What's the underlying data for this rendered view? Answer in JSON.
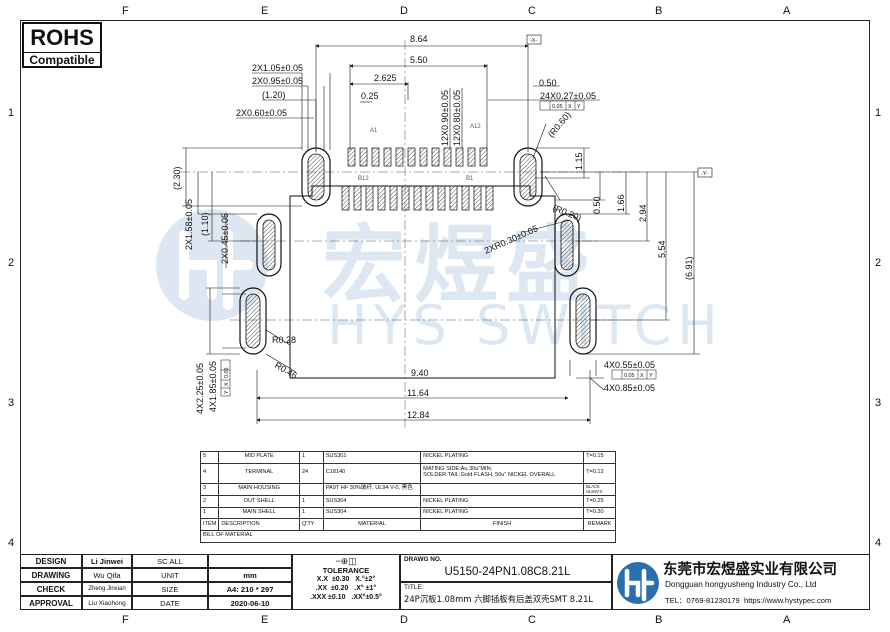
{
  "grid": {
    "top_columns": [
      "F",
      "E",
      "D",
      "C",
      "B",
      "A"
    ],
    "bottom_columns": [
      "F",
      "E",
      "D",
      "C",
      "B",
      "A"
    ],
    "rows": [
      "1",
      "2",
      "3",
      "4"
    ]
  },
  "badge": {
    "title": "ROHS",
    "subtitle": "Compatible"
  },
  "watermark": {
    "cn": "宏煜盛",
    "en": "HYS SWITCH"
  },
  "drawing": {
    "dims": {
      "d864": "8.64",
      "d550": "5.50",
      "d2625": "2.625",
      "d025": "0.25",
      "d105": "2X1.05±0.05",
      "d095": "2X0.95±0.05",
      "d120": "(1.20)",
      "d060": "2X0.60±0.05",
      "d090": "12X0.90±0.05",
      "d080": "12X0.80±0.05",
      "d050top": "0.50",
      "d027": "24X0.27±0.05",
      "ftop_tol": "0.05",
      "ftop_a": "X",
      "ftop_b": "Y",
      "r060": "(R0.60)",
      "d115": "1.15",
      "r020": "(R0.20)",
      "d050": "0.50",
      "d166": "1.66",
      "d294": "2.94",
      "d554": "5.54",
      "d691": "(6.91)",
      "d030": "2XR0.30±0.05",
      "d230": "(2.30)",
      "d158": "2X1.58±0.05",
      "d110": "(1.10)",
      "d045": "2X0.45±0.05",
      "r028": "R0.28",
      "r046": "R0.46",
      "d940": "9.40",
      "d1164": "11.64",
      "d1284": "12.84",
      "d225": "4X2.25±0.05",
      "d185": "4X1.85±0.05",
      "fl1_tol": "0.05",
      "fl1_a": "X",
      "fl1_b": "Y",
      "fl2_tol": "0.05",
      "fl2_a": "X",
      "fl2_b": "Y",
      "d055": "4X0.55±0.05",
      "d085": "4X0.85±0.05",
      "fr_tol": "0.05",
      "fr_a": "X",
      "fr_b": "Y",
      "datum_x": "-X-",
      "datum_y": "-Y-",
      "a1": "A1",
      "a12": "A12",
      "b12": "B12",
      "b1": "B1"
    }
  },
  "bom": {
    "rows": [
      {
        "item": "5",
        "desc": "MID PLATE",
        "qty": "1",
        "material": "SUS301",
        "finish": "NICKEL PLATING",
        "remark": "T=0.15"
      },
      {
        "item": "4",
        "desc": "TERMINAL",
        "qty": "24",
        "material": "C18140",
        "finish": "MATING SIDE:Au 30u\"MIN;",
        "finish2": "SOLDER TAIL:Gold FLASH, 50u\" NICKEL OVERALL",
        "remark": "T=0.12"
      },
      {
        "item": "3",
        "desc": "MAIN HOUSING",
        "qty": "",
        "material": "PA9T  HF 30%玻纤, UL94 V-0,  黑色",
        "finish": "",
        "remark": "BLACK UL94V-0"
      },
      {
        "item": "2",
        "desc": "OUT SHELL",
        "qty": "1",
        "material": "SUS304",
        "finish": "NICKEL PLATING",
        "remark": "T=0.25"
      },
      {
        "item": "1",
        "desc": "MAIN SHELL",
        "qty": "1",
        "material": "SUS304",
        "finish": "NICKEL PLATING",
        "remark": "T=0.30"
      }
    ],
    "header": {
      "item": "ITEM",
      "desc": "DESCRIPTION",
      "qty": "Q'TY",
      "material": "MATERIAL",
      "finish": "FINISH",
      "remark": "REMARK"
    },
    "title": "BILL OF MATERIAL"
  },
  "titleblock": {
    "design_label": "DESIGN",
    "design_name": "Li Jinwei",
    "scale_label": "SC ALL",
    "drawing_label": "DRAWING",
    "drawing_name": "Wu Qifa",
    "unit_label": "UNIT",
    "unit_value": "mm",
    "check_label": "CHECK",
    "check_name": "Zheng Jinxian",
    "size_label": "SIZE",
    "size_value": "A4: 210 * 297",
    "approval_label": "APPROVAL",
    "approval_name": "Liu Xiaohong",
    "date_label": "DATE",
    "date_value": "2020-06-10",
    "projection_symbol": "−⊕◫",
    "tolerance_label": "TOLERANCE",
    "tol_r1": "X.X  ±0.30",
    "tol_r1b": "X.°±2°",
    "tol_r2": ".XX  ±0.20",
    "tol_r2b": ".X° ±1°",
    "tol_r3": ".XXX ±0.10",
    "tol_r3b": ".XX°±0.5°",
    "drawg_no_label": "DRAWG NO.",
    "drawg_no": "U5150-24PN1.08C8.21L",
    "title_label": "TITLE:",
    "title": "24P沉板1.08mm 六脚插板有后盖双壳SMT 8.21L",
    "company_cn": "东莞市宏煜盛实业有限公司",
    "company_en": "Dongguan hongyusheng Industry Co., Ltd",
    "tel": "TEL：0769-81230179",
    "website": "https://www.hystypec.com"
  }
}
